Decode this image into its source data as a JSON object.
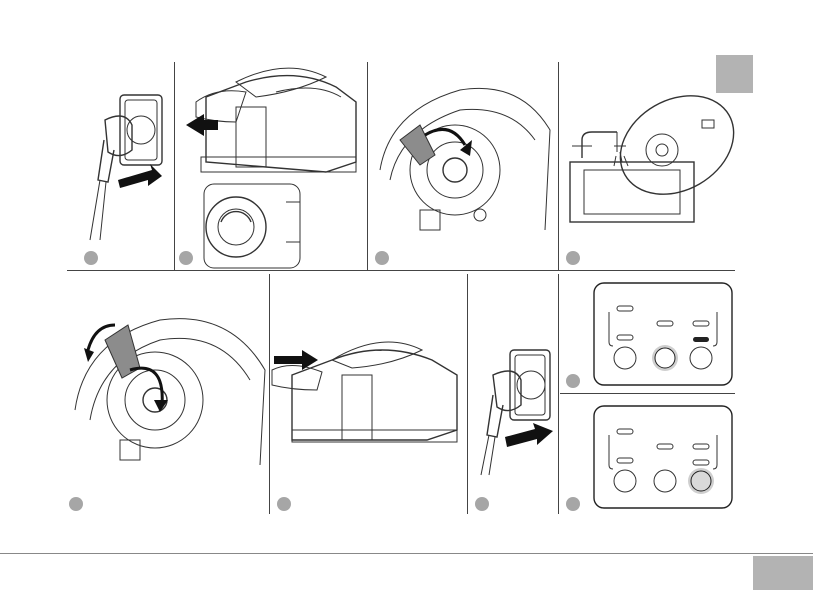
{
  "manual_page": {
    "top_row_steps": [
      "unplug",
      "remove-scale-collector",
      "unscrew-collector",
      "rinse-in-sink"
    ],
    "bottom_row_steps": [
      "reinsert-collector",
      "push-back",
      "plug-in",
      "control-panel-states"
    ],
    "control_panel": {
      "top_panel_highlight": "power-button",
      "bottom_panel_highlight": "round-button"
    }
  }
}
